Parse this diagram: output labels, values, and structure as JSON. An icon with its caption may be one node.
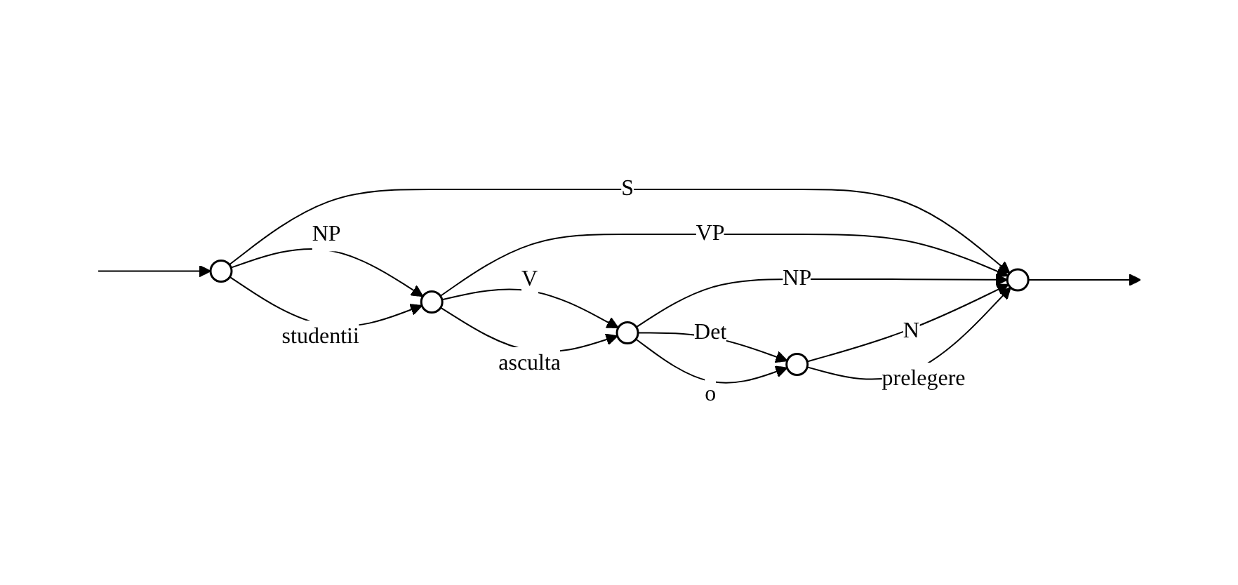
{
  "diagram": {
    "nodes": [
      {
        "text": [],
        "shape": "circle"
      },
      {
        "text": [],
        "shape": "circle"
      },
      {
        "text": [],
        "shape": "circle"
      },
      {
        "text": [],
        "shape": "circle"
      },
      {
        "text": [],
        "shape": "circle"
      }
    ],
    "edges": [
      {
        "from": 0,
        "to": 4,
        "label": "S",
        "arrow": "to"
      },
      {
        "from": 1,
        "to": 4,
        "label": "VP",
        "arrow": "to"
      },
      {
        "from": 2,
        "to": 4,
        "label": "NP",
        "arrow": "to"
      },
      {
        "from": null,
        "to": 0,
        "arrow": "to"
      },
      {
        "from": 0,
        "to": 1,
        "label": "NP",
        "arrow": "to"
      },
      {
        "from": 0,
        "to": 1,
        "label": "studentii",
        "arrow": "to"
      },
      {
        "from": 1,
        "to": 2,
        "label": "V",
        "arrow": "to"
      },
      {
        "from": 1,
        "to": 2,
        "label": "asculta",
        "arrow": "to"
      },
      {
        "from": 2,
        "to": 3,
        "label": "Det",
        "arrow": "to"
      },
      {
        "from": 2,
        "to": 3,
        "label": "o",
        "arrow": "to"
      },
      {
        "from": 3,
        "to": 4,
        "label": "N",
        "arrow": "to"
      },
      {
        "from": 3,
        "to": 4,
        "label": "prelegere",
        "arrow": "to"
      },
      {
        "from": 4,
        "to": null,
        "arrow": "to"
      }
    ]
  }
}
